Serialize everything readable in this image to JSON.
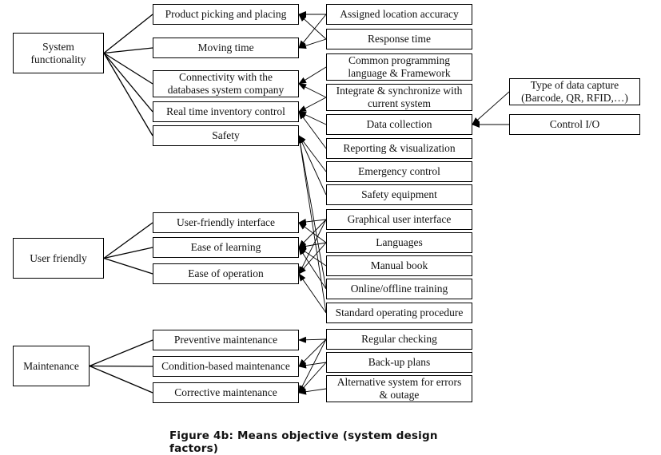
{
  "diagram": {
    "type": "means-objective network",
    "objectives": [
      {
        "id": "sys",
        "label": "System\nfunctionality"
      },
      {
        "id": "usr",
        "label": "User friendly"
      },
      {
        "id": "mnt",
        "label": "Maintenance"
      }
    ],
    "sub_objectives": [
      {
        "id": "ppp",
        "label": "Product picking and placing",
        "parent": "sys"
      },
      {
        "id": "mvt",
        "label": "Moving time",
        "parent": "sys"
      },
      {
        "id": "con",
        "label": "Connectivity with the\ndatabases system company",
        "parent": "sys"
      },
      {
        "id": "rtc",
        "label": "Real time inventory control",
        "parent": "sys"
      },
      {
        "id": "saf",
        "label": "Safety",
        "parent": "sys"
      },
      {
        "id": "ufi",
        "label": "User-friendly interface",
        "parent": "usr"
      },
      {
        "id": "eol",
        "label": "Ease of learning",
        "parent": "usr"
      },
      {
        "id": "eoo",
        "label": "Ease of operation",
        "parent": "usr"
      },
      {
        "id": "pvm",
        "label": "Preventive maintenance",
        "parent": "mnt"
      },
      {
        "id": "cbm",
        "label": "Condition-based maintenance",
        "parent": "mnt"
      },
      {
        "id": "crm",
        "label": "Corrective maintenance",
        "parent": "mnt"
      }
    ],
    "means": [
      {
        "id": "ala",
        "label": "Assigned location accuracy"
      },
      {
        "id": "rst",
        "label": "Response time"
      },
      {
        "id": "cpl",
        "label": "Common programming\nlanguage & Framework"
      },
      {
        "id": "isc",
        "label": "Integrate & synchronize with\ncurrent system"
      },
      {
        "id": "dcl",
        "label": "Data collection"
      },
      {
        "id": "rpv",
        "label": "Reporting & visualization"
      },
      {
        "id": "emc",
        "label": "Emergency control"
      },
      {
        "id": "seq",
        "label": "Safety equipment"
      },
      {
        "id": "gui",
        "label": "Graphical user interface"
      },
      {
        "id": "lng",
        "label": "Languages"
      },
      {
        "id": "mbk",
        "label": "Manual book"
      },
      {
        "id": "oot",
        "label": "Online/offline training"
      },
      {
        "id": "sop",
        "label": "Standard operating procedure"
      },
      {
        "id": "rgc",
        "label": "Regular checking"
      },
      {
        "id": "bup",
        "label": "Back-up plans"
      },
      {
        "id": "alt",
        "label": "Alternative system for errors\n& outage"
      }
    ],
    "sub_means": [
      {
        "id": "tdc",
        "label": "Type of data capture\n(Barcode, QR, RFID,…)"
      },
      {
        "id": "cio",
        "label": "Control I/O"
      }
    ],
    "arrows": [
      {
        "from": "ala",
        "to": "ppp"
      },
      {
        "from": "ala",
        "to": "mvt"
      },
      {
        "from": "rst",
        "to": "ppp"
      },
      {
        "from": "rst",
        "to": "mvt"
      },
      {
        "from": "cpl",
        "to": "con"
      },
      {
        "from": "isc",
        "to": "con"
      },
      {
        "from": "isc",
        "to": "rtc"
      },
      {
        "from": "dcl",
        "to": "rtc"
      },
      {
        "from": "rpv",
        "to": "rtc"
      },
      {
        "from": "emc",
        "to": "saf"
      },
      {
        "from": "seq",
        "to": "saf"
      },
      {
        "from": "oot",
        "to": "saf"
      },
      {
        "from": "sop",
        "to": "saf"
      },
      {
        "from": "gui",
        "to": "ufi"
      },
      {
        "from": "gui",
        "to": "eol"
      },
      {
        "from": "gui",
        "to": "eoo"
      },
      {
        "from": "lng",
        "to": "ufi"
      },
      {
        "from": "lng",
        "to": "eol"
      },
      {
        "from": "lng",
        "to": "eoo"
      },
      {
        "from": "mbk",
        "to": "eol"
      },
      {
        "from": "oot",
        "to": "eol"
      },
      {
        "from": "sop",
        "to": "eoo"
      },
      {
        "from": "rgc",
        "to": "pvm"
      },
      {
        "from": "rgc",
        "to": "cbm"
      },
      {
        "from": "rgc",
        "to": "crm"
      },
      {
        "from": "bup",
        "to": "cbm"
      },
      {
        "from": "bup",
        "to": "crm"
      },
      {
        "from": "alt",
        "to": "crm"
      },
      {
        "from": "tdc",
        "to": "dcl"
      },
      {
        "from": "cio",
        "to": "dcl"
      }
    ]
  },
  "caption": "Figure 4b: Means objective (system design factors)"
}
